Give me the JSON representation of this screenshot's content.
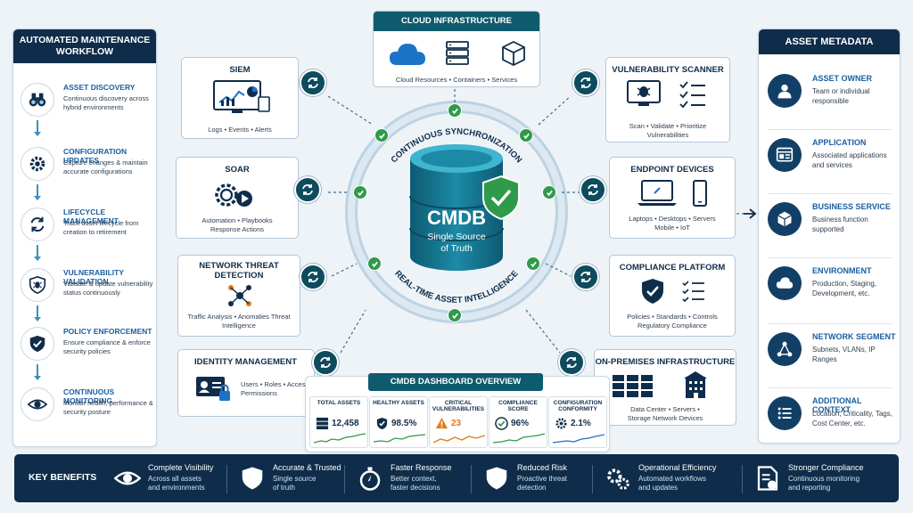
{
  "workflow": {
    "title": "AUTOMATED MAINTENANCE WORKFLOW",
    "steps": [
      {
        "title": "ASSET DISCOVERY",
        "desc": "Continuous discovery across hybrid environments",
        "icon": "binoculars-icon"
      },
      {
        "title": "CONFIGURATION UPDATES",
        "desc": "Capture changes & maintain accurate configurations",
        "icon": "gear-icon"
      },
      {
        "title": "LIFECYCLE MANAGEMENT",
        "desc": "Track asset lifecycle from creation to retirement",
        "icon": "cycle-icon"
      },
      {
        "title": "VULNERABILITY VALIDATION",
        "desc": "Validate & update vulnerability status continuously",
        "icon": "bug-shield-icon"
      },
      {
        "title": "POLICY ENFORCEMENT",
        "desc": "Ensure compliance & enforce security policies",
        "icon": "shield-check-icon"
      },
      {
        "title": "CONTINUOUS MONITORING",
        "desc": "Monitor health, performance & security posture",
        "icon": "eye-icon"
      }
    ]
  },
  "metadata": {
    "title": "ASSET METADATA",
    "items": [
      {
        "title": "ASSET OWNER",
        "desc": "Team or individual responsible",
        "icon": "person-icon"
      },
      {
        "title": "APPLICATION",
        "desc": "Associated applications and services",
        "icon": "app-window-icon"
      },
      {
        "title": "BUSINESS SERVICE",
        "desc": "Business function supported",
        "icon": "cube-icon"
      },
      {
        "title": "ENVIRONMENT",
        "desc": "Production, Staging, Development, etc.",
        "icon": "cloud-icon"
      },
      {
        "title": "NETWORK SEGMENT",
        "desc": "Subnets, VLANs, IP Ranges",
        "icon": "network-icon"
      },
      {
        "title": "ADDITIONAL CONTEXT",
        "desc": "Location, Criticality, Tags, Cost Center, etc.",
        "icon": "list-icon"
      }
    ]
  },
  "integrations": {
    "cloud": {
      "title": "CLOUD INFRASTRUCTURE",
      "caption": "Cloud Resources • Containers • Services"
    },
    "siem": {
      "title": "SIEM",
      "caption": "Logs • Events • Alerts"
    },
    "soar": {
      "title": "SOAR",
      "caption": "Automation • Playbooks Response Actions"
    },
    "ntd": {
      "title": "NETWORK THREAT DETECTION",
      "caption": "Traffic Analysis • Anomalies Threat Intelligence"
    },
    "idm": {
      "title": "IDENTITY MANAGEMENT",
      "caption": "Users • Roles • Access Permissions"
    },
    "vuln": {
      "title": "VULNERABILITY SCANNER",
      "caption": "Scan • Validate • Prioritize Vulnerabilities"
    },
    "endpoint": {
      "title": "ENDPOINT DEVICES",
      "caption": "Laptops • Desktops • Servers Mobile • IoT"
    },
    "compliance": {
      "title": "COMPLIANCE PLATFORM",
      "caption": "Policies • Standards • Controls Regulatory Compliance"
    },
    "onprem": {
      "title": "ON-PREMISES INFRASTRUCTURE",
      "caption": "Data Center • Servers • Storage Network Devices"
    }
  },
  "core": {
    "name": "CMDB",
    "subtitle": "Single Source of Truth",
    "ring_top": "CONTINUOUS SYNCHRONIZATION",
    "ring_bottom": "REAL-TIME ASSET INTELLIGENCE"
  },
  "dashboard": {
    "title": "CMDB DASHBOARD OVERVIEW",
    "kpis": [
      {
        "label": "TOTAL ASSETS",
        "value": "12,458",
        "color": "#0f2d4a"
      },
      {
        "label": "HEALTHY ASSETS",
        "value": "98.5%",
        "color": "#0f2d4a"
      },
      {
        "label": "CRITICAL VULNERABILITIES",
        "value": "23",
        "color": "#e07b1a"
      },
      {
        "label": "COMPLIANCE SCORE",
        "value": "96%",
        "color": "#0f2d4a"
      },
      {
        "label": "CONFIGURATION CONFORMITY",
        "value": "2.1%",
        "color": "#0f2d4a"
      }
    ]
  },
  "benefits": {
    "title": "KEY BENEFITS",
    "items": [
      {
        "title": "Complete Visibility",
        "desc1": "Across all assets",
        "desc2": "and environments",
        "icon": "eye-icon"
      },
      {
        "title": "Accurate & Trusted",
        "desc1": "Single source",
        "desc2": "of truth",
        "icon": "shield-check-icon"
      },
      {
        "title": "Faster Response",
        "desc1": "Better context,",
        "desc2": "faster decisions",
        "icon": "stopwatch-icon"
      },
      {
        "title": "Reduced Risk",
        "desc1": "Proactive threat",
        "desc2": "detection",
        "icon": "shield-check-icon"
      },
      {
        "title": "Operational Efficiency",
        "desc1": "Automated workflows",
        "desc2": "and updates",
        "icon": "gears-icon"
      },
      {
        "title": "Stronger Compliance",
        "desc1": "Continuous monitoring",
        "desc2": "and reporting",
        "icon": "document-check-icon"
      }
    ]
  },
  "colors": {
    "navy": "#0f2d4a",
    "teal": "#0f5b6e",
    "green": "#2f9a4a",
    "blue": "#1a5fa0"
  }
}
